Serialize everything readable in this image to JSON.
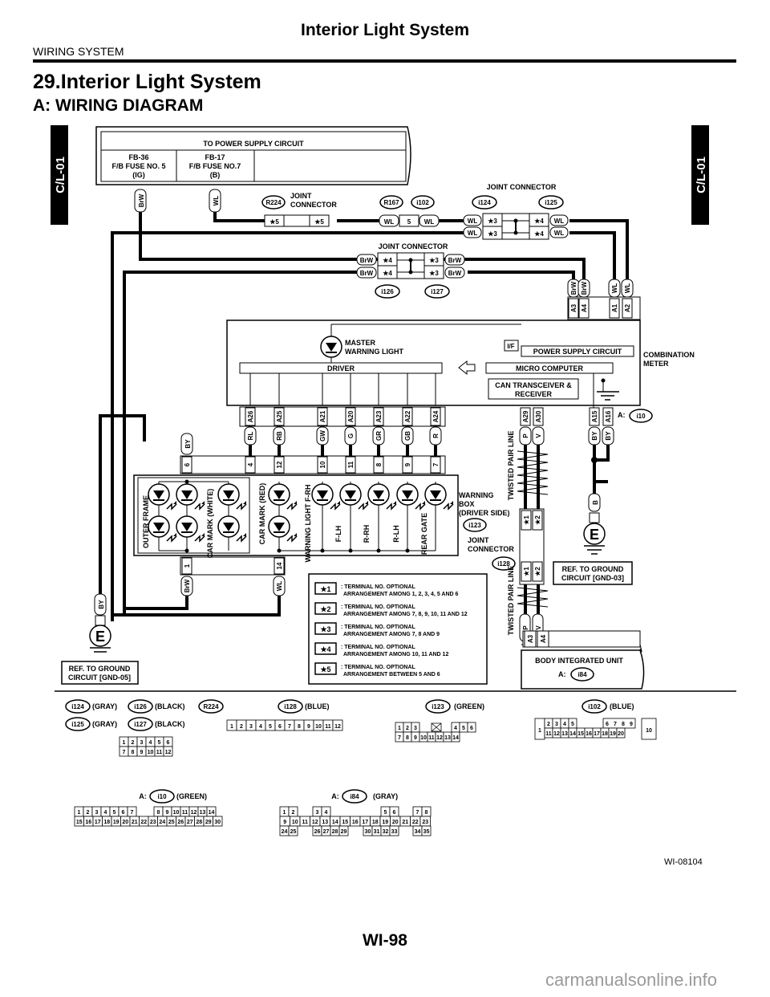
{
  "header": {
    "title": "Interior Light System",
    "section": "WIRING SYSTEM"
  },
  "section_title": "29.Interior Light System",
  "subsection_title": "A:  WIRING DIAGRAM",
  "side_tabs": {
    "left": "C/L-01",
    "right": "C/L-01"
  },
  "power_supply": {
    "title": "TO POWER SUPPLY CIRCUIT",
    "fuse1": [
      "FB-36",
      "F/B FUSE NO. 5",
      "(IG)"
    ],
    "fuse2": [
      "FB-17",
      "F/B FUSE NO.7",
      "(B)"
    ],
    "wire1": "BrW",
    "wire2": "WL"
  },
  "joint_r224": {
    "id": "R224",
    "label": [
      "JOINT",
      "CONNECTOR"
    ],
    "pin": "★5"
  },
  "r167_i102": {
    "ids": [
      "R167",
      "i102"
    ],
    "pin": "5",
    "wire": "WL"
  },
  "joint_i124_i125": {
    "label": "JOINT CONNECTOR",
    "ids": [
      "i124",
      "i125"
    ],
    "left_pin": "★3",
    "right_pin": "★4",
    "wire": "WL"
  },
  "joint_i126_i127": {
    "label": "JOINT CONNECTOR",
    "ids": [
      "i126",
      "i127"
    ],
    "left_pin": "★4",
    "right_pin": "★3",
    "wire": "BrW"
  },
  "combination_meter": {
    "label": [
      "COMBINATION",
      "METER"
    ],
    "connector": "i10",
    "connector_prefix": "A:",
    "top_pins": [
      "A3",
      "A4",
      "A1",
      "A2"
    ],
    "top_wires": [
      "BrW",
      "BrW",
      "WL",
      "WL"
    ],
    "master_warning": [
      "MASTER",
      "WARNING LIGHT"
    ],
    "driver": "DRIVER",
    "micro": "MICRO COMPUTER",
    "power_circuit": "POWER SUPPLY CIRCUIT",
    "if": "I/F",
    "can": [
      "CAN TRANSCEIVER &",
      "RECEIVER"
    ],
    "driver_pins": [
      "A26",
      "A25",
      "A21",
      "A20",
      "A23",
      "A22",
      "A24"
    ],
    "driver_wires": [
      "RL",
      "RB",
      "GW",
      "G",
      "GR",
      "GB",
      "R"
    ],
    "can_pins": [
      "A29",
      "A30"
    ],
    "can_wires": [
      "P",
      "V"
    ],
    "gnd_pins": [
      "A15",
      "A16"
    ],
    "gnd_wires": [
      "BY",
      "BY"
    ]
  },
  "warning_box": {
    "label": [
      "WARNING",
      "BOX",
      "(DRIVER SIDE)"
    ],
    "connector": "i123",
    "top_pins": [
      "6",
      "4",
      "12",
      "10",
      "11",
      "8",
      "9",
      "7"
    ],
    "gnd_wire": "BY",
    "bottom_pins": [
      "1",
      "14"
    ],
    "bottom_wires": [
      "BrW",
      "WL"
    ],
    "lamp_labels": [
      "OUTER FRAME",
      "CAR MARK (WHITE)",
      "CAR MARK (RED)",
      "WARNING LIGHT F-RH",
      "F-LH",
      "R-RH",
      "R-LH",
      "REAR GATE"
    ]
  },
  "joint_i128": {
    "label": [
      "JOINT",
      "CONNECTOR"
    ],
    "id": "i128",
    "pins": [
      "★1",
      "★2"
    ]
  },
  "twisted_pair": "TWISTED PAIR LINE",
  "ground_b": {
    "wire": "B",
    "symbol": "E",
    "ref": [
      "REF. TO GROUND",
      "CIRCUIT [GND-03]"
    ]
  },
  "ground_by": {
    "wire": "BY",
    "symbol": "E",
    "ref": [
      "REF. TO GROUND",
      "CIRCUIT [GND-05]"
    ]
  },
  "body_unit": {
    "label": "BODY INTEGRATED UNIT",
    "connector_prefix": "A:",
    "connector": "i84",
    "pins": [
      "A3",
      "A4"
    ],
    "wires": [
      "P",
      "V"
    ]
  },
  "legend": [
    {
      "mark": "★1",
      "text": [
        ": TERMINAL NO. OPTIONAL",
        "ARRANGEMENT AMONG 1, 2, 3, 4, 5 AND 6"
      ]
    },
    {
      "mark": "★2",
      "text": [
        ": TERMINAL NO. OPTIONAL",
        "ARRANGEMENT AMONG 7, 8, 9, 10, 11 AND 12"
      ]
    },
    {
      "mark": "★3",
      "text": [
        ": TERMINAL NO. OPTIONAL",
        "ARRANGEMENT AMONG 7, 8 AND 9"
      ]
    },
    {
      "mark": "★4",
      "text": [
        ": TERMINAL NO. OPTIONAL",
        "ARRANGEMENT AMONG 10, 11 AND 12"
      ]
    },
    {
      "mark": "★5",
      "text": [
        ": TERMINAL NO. OPTIONAL",
        "ARRANGEMENT BETWEEN 5 AND 6"
      ]
    }
  ],
  "connector_faces": {
    "i124": "(GRAY)",
    "i125": "(GRAY)",
    "i126": "(BLACK)",
    "i127": "(BLACK)",
    "r224": "R224",
    "i124_grid": [
      [
        "1",
        "2",
        "3",
        "4",
        "5",
        "6"
      ],
      [
        "7",
        "8",
        "9",
        "10",
        "11",
        "12"
      ]
    ],
    "i128": "(BLUE)",
    "i128_grid": [
      "1",
      "2",
      "3",
      "4",
      "5",
      "6",
      "7",
      "8",
      "9",
      "10",
      "11",
      "12"
    ],
    "i123": "(GREEN)",
    "i123_grid": [
      [
        "1",
        "2",
        "3",
        "",
        "4",
        "5",
        "6"
      ],
      [
        "7",
        "8",
        "9",
        "10",
        "11",
        "12",
        "13",
        "14"
      ]
    ],
    "i102": "(BLUE)",
    "i102_grid": [
      [
        "2",
        "3",
        "4",
        "5",
        "6",
        "7",
        "8",
        "9"
      ],
      [
        "11",
        "12",
        "13",
        "14",
        "15",
        "16",
        "17",
        "18",
        "19",
        "20"
      ]
    ],
    "i102_side": [
      "1",
      "10"
    ],
    "i10": "(GREEN)",
    "i10_grid": [
      [
        "1",
        "2",
        "3",
        "4",
        "5",
        "6",
        "7",
        "8",
        "9",
        "10",
        "11",
        "12",
        "13",
        "14"
      ],
      [
        "15",
        "16",
        "17",
        "18",
        "19",
        "20",
        "21",
        "22",
        "23",
        "24",
        "25",
        "26",
        "27",
        "28",
        "29",
        "30"
      ]
    ],
    "i84": "(GRAY)",
    "i84_grid": [
      [
        "1",
        "2",
        "3",
        "4",
        "5",
        "6",
        "7",
        "8"
      ],
      [
        "9",
        "10",
        "11",
        "12",
        "13",
        "14",
        "15",
        "16",
        "17",
        "18",
        "19",
        "20",
        "21",
        "22",
        "23"
      ],
      [
        "24",
        "25",
        "26",
        "27",
        "28",
        "29",
        "30",
        "31",
        "32",
        "33",
        "34",
        "35"
      ]
    ]
  },
  "figure_code": "WI-08104",
  "page_number": "WI-98",
  "watermark": "carmanualsonline.info"
}
